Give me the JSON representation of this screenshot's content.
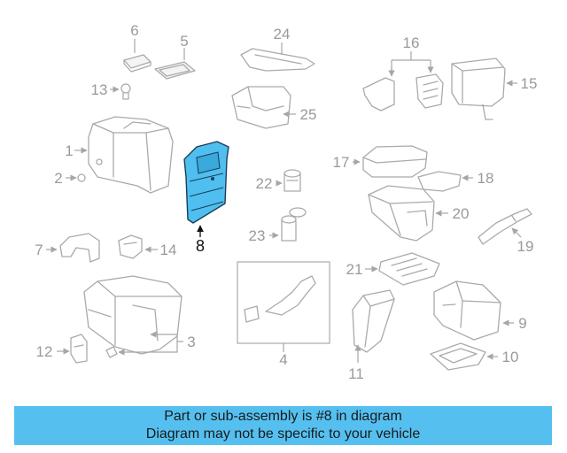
{
  "diagram": {
    "highlight_part": "8",
    "highlight_color": "#4fbff0",
    "callouts": [
      "1",
      "2",
      "3",
      "4",
      "5",
      "6",
      "7",
      "8",
      "9",
      "10",
      "11",
      "12",
      "13",
      "14",
      "15",
      "16",
      "17",
      "18",
      "19",
      "20",
      "21",
      "22",
      "23",
      "24",
      "25"
    ]
  },
  "banner": {
    "line1": "Part or sub-assembly is #8 in diagram",
    "line2": "Diagram may not be specific to your vehicle",
    "color": "#55c0f0"
  }
}
